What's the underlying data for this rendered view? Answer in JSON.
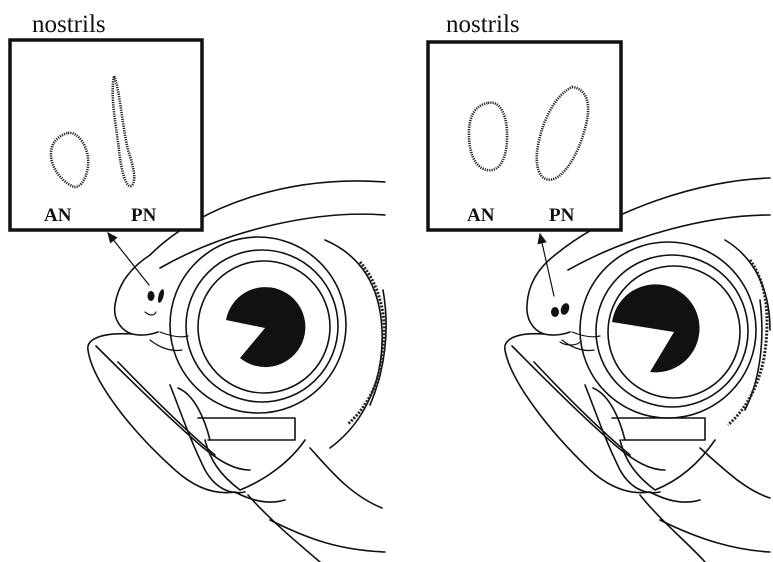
{
  "panels": [
    {
      "title": "nostrils",
      "labels": {
        "anterior": "AN",
        "posterior": "PN"
      }
    },
    {
      "title": "nostrils",
      "labels": {
        "anterior": "AN",
        "posterior": "PN"
      }
    }
  ],
  "colors": {
    "ink": "#111111",
    "background": "#ffffff"
  }
}
